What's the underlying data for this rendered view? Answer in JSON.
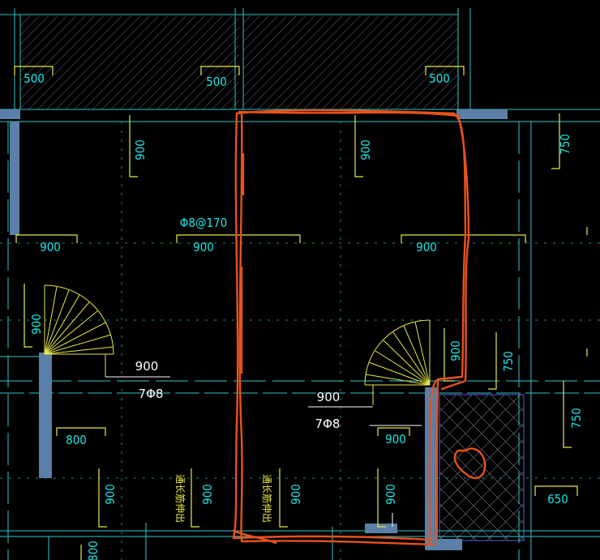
{
  "colors": {
    "background": "#000000",
    "axis_line": "#2fc6c6",
    "dim_bracket": "#e8e84a",
    "dim_text": "#18e6e6",
    "wall_fill": "#5b7fa6",
    "markup": "#e8521c",
    "door_arc": "#e8e84a",
    "hatch": "#8a8aa8"
  },
  "labels": {
    "top_left_500": "500",
    "top_mid_500": "500",
    "top_right_500": "500",
    "v900_a": "900",
    "v900_b": "900",
    "v750_top": "750",
    "h900_left": "900",
    "h900_mid": "900",
    "h900_right": "900",
    "rebar_spec": "Φ8@170",
    "v900_door_left": "900",
    "h900_door_left": "900",
    "bar_left": "7Φ8",
    "h900_door_right": "900",
    "bar_right": "7Φ8",
    "v900_door_right": "900",
    "v750_mid": "750",
    "v750_low": "750",
    "h900_low": "900",
    "h800": "800",
    "v900_bot1": "900",
    "v900_bot2": "900",
    "v900_bot3": "900",
    "v900_bot4": "900",
    "h650": "650",
    "v800_bot": "800",
    "vert_note_1": "通长筋伸出",
    "vert_note_2": "通长筋伸出"
  }
}
